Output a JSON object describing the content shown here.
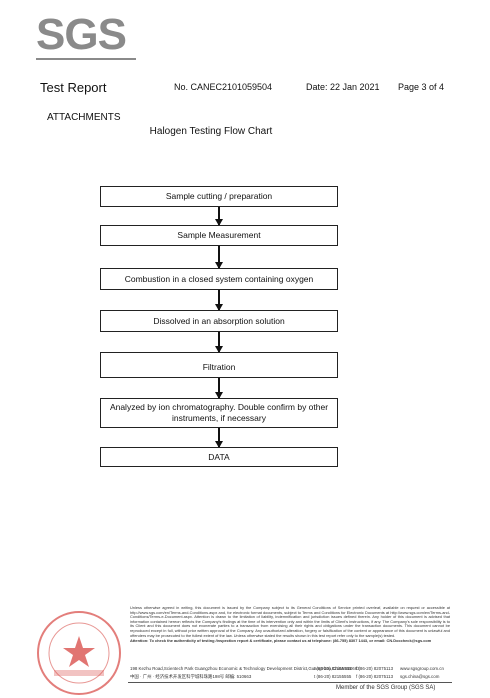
{
  "header": {
    "logo": "SGS",
    "report_title": "Test Report",
    "report_no": "No. CANEC2101059504",
    "date": "Date: 22 Jan 2021",
    "page": "Page 3 of 4"
  },
  "attachments_label": "ATTACHMENTS",
  "chart_title": "Halogen Testing Flow Chart",
  "flow_steps": [
    "Sample cutting / preparation",
    "Sample Measurement",
    "Combustion in a closed system containing oxygen",
    "Dissolved in an absorption solution",
    "Filtration",
    "Analyzed by ion chromatography. Double confirm by other instruments, if necessary",
    "DATA"
  ],
  "footer": {
    "disclaimer": "Unless otherwise agreed in writing, this document is issued by the Company subject to its General Conditions of Service printed overleaf, available on request or accessible at http://www.sgs.com/en/Terms-and-Conditions.aspx and, for electronic format documents, subject to Terms and Conditions for Electronic Documents at http://www.sgs.com/en/Terms-and-Conditions/Terms-e-Document.aspx. Attention is drawn to the limitation of liability, indemnification and jurisdiction issues defined therein. Any holder of this document is advised that information contained hereon reflects the Company's findings at the time of its intervention only and within the limits of Client's instructions, if any. The Company's sole responsibility is to its Client and this document does not exonerate parties to a transaction from exercising all their rights and obligations under the transaction documents. This document cannot be reproduced except in full, without prior written approval of the Company. Any unauthorized alteration, forgery or falsification of the content or appearance of this document is unlawful and offenders may be prosecuted to the fullest extent of the law. Unless otherwise stated the results shown in this test report refer only to the sample(s) tested.",
    "attention": "Attention: To check the authenticity of testing /inspection report & certificate, please contact us at telephone: (86-755) 8307 1443, or email: CN.Doccheck@sgs.com",
    "address_en": "198 Kezhu Road,Scientech Park Guangzhou Economic & Technology Development District,Guangzhou,China  510663",
    "phone_en": "t  (86-20) 82155555",
    "fax_en": "f  (86-20) 82075113",
    "web_en": "www.sgsgroup.com.cn",
    "address_cn": "中国 · 广州 · 经济技术开发区科学城科珠路198号  邮编: 510663",
    "phone_cn": "t  (86-20) 82155555",
    "fax_cn": "f  (86-20) 82075113",
    "web_cn": "sgs.china@sgs.com",
    "member": "Member of the SGS Group (SGS SA)"
  },
  "colors": {
    "logo_grey": "#8a8a8a",
    "stamp_red": "#d9534f"
  }
}
